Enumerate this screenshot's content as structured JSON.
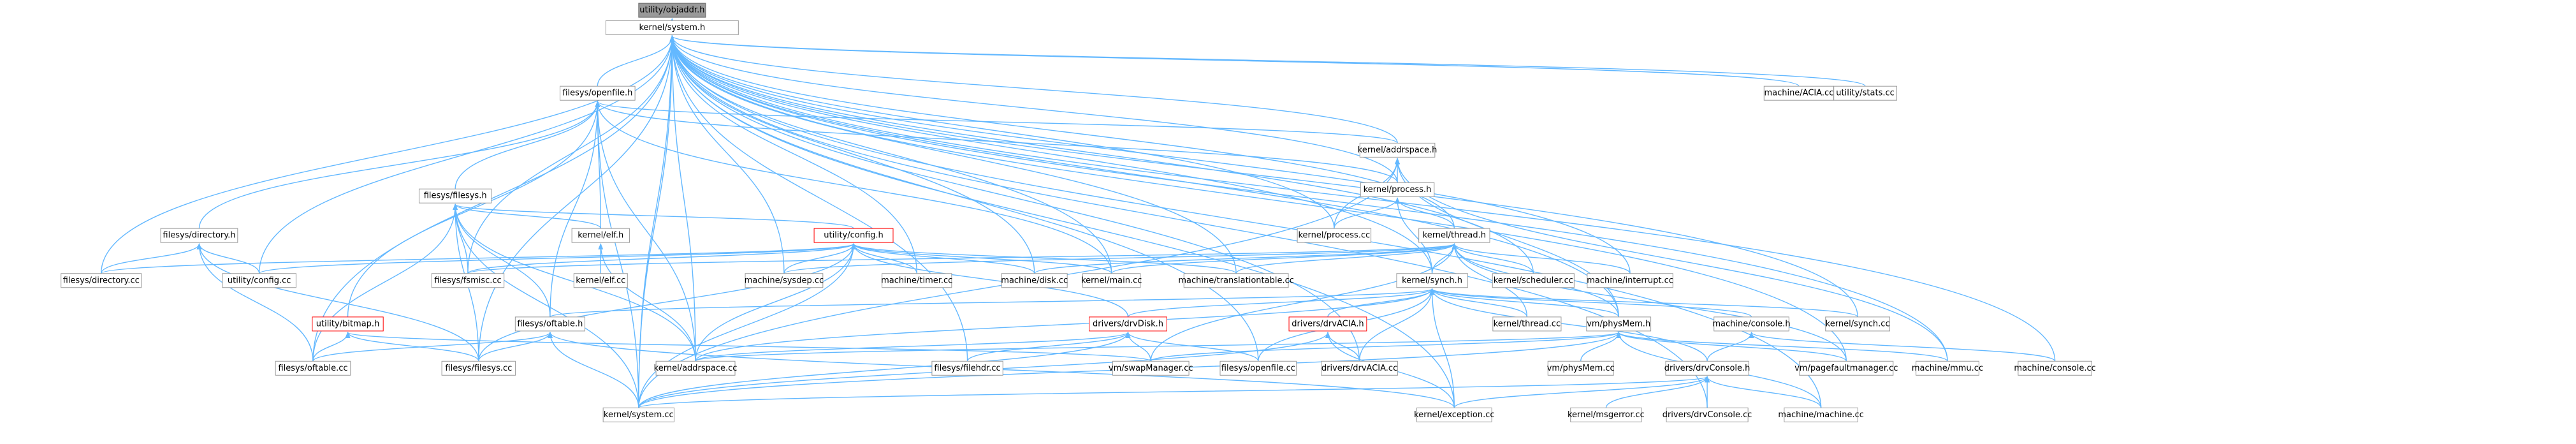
{
  "colors": {
    "edge": "#63b8ff",
    "node_border": "#999999",
    "root_fill": "#999999",
    "flag_border": "#ff0000"
  },
  "nodes": [
    {
      "id": "n01",
      "label": "utility/objaddr.h",
      "style": "root"
    },
    {
      "id": "n02",
      "label": "kernel/system.h",
      "style": "normal"
    },
    {
      "id": "n03",
      "label": "filesys/openfile.h",
      "style": "normal"
    },
    {
      "id": "n04",
      "label": "machine/ACIA.cc",
      "style": "normal"
    },
    {
      "id": "n05",
      "label": "utility/stats.cc",
      "style": "normal"
    },
    {
      "id": "n06",
      "label": "kernel/addrspace.h",
      "style": "normal"
    },
    {
      "id": "n07",
      "label": "filesys/filesys.h",
      "style": "normal"
    },
    {
      "id": "n08",
      "label": "kernel/process.h",
      "style": "normal"
    },
    {
      "id": "n09",
      "label": "filesys/directory.h",
      "style": "normal"
    },
    {
      "id": "n10",
      "label": "kernel/elf.h",
      "style": "normal"
    },
    {
      "id": "n11",
      "label": "utility/config.h",
      "style": "red"
    },
    {
      "id": "n12",
      "label": "kernel/process.cc",
      "style": "normal"
    },
    {
      "id": "n13",
      "label": "kernel/thread.h",
      "style": "normal"
    },
    {
      "id": "n14",
      "label": "filesys/directory.cc",
      "style": "normal"
    },
    {
      "id": "n15",
      "label": "utility/config.cc",
      "style": "normal"
    },
    {
      "id": "n16",
      "label": "filesys/fsmisc.cc",
      "style": "normal"
    },
    {
      "id": "n17",
      "label": "kernel/elf.cc",
      "style": "normal"
    },
    {
      "id": "n18",
      "label": "machine/sysdep.cc",
      "style": "normal"
    },
    {
      "id": "n19",
      "label": "machine/timer.cc",
      "style": "normal"
    },
    {
      "id": "n20",
      "label": "machine/disk.cc",
      "style": "normal"
    },
    {
      "id": "n21",
      "label": "kernel/main.cc",
      "style": "normal"
    },
    {
      "id": "n22",
      "label": "machine/translationtable.cc",
      "style": "normal"
    },
    {
      "id": "n23",
      "label": "kernel/synch.h",
      "style": "normal"
    },
    {
      "id": "n24",
      "label": "kernel/scheduler.cc",
      "style": "normal"
    },
    {
      "id": "n25",
      "label": "machine/interrupt.cc",
      "style": "normal"
    },
    {
      "id": "n26",
      "label": "utility/bitmap.h",
      "style": "red"
    },
    {
      "id": "n27",
      "label": "filesys/oftable.h",
      "style": "normal"
    },
    {
      "id": "n28",
      "label": "drivers/drvDisk.h",
      "style": "red"
    },
    {
      "id": "n29",
      "label": "drivers/drvACIA.h",
      "style": "red"
    },
    {
      "id": "n30",
      "label": "kernel/thread.cc",
      "style": "normal"
    },
    {
      "id": "n31",
      "label": "vm/physMem.h",
      "style": "normal"
    },
    {
      "id": "n32",
      "label": "machine/console.h",
      "style": "normal"
    },
    {
      "id": "n33",
      "label": "kernel/synch.cc",
      "style": "normal"
    },
    {
      "id": "n34",
      "label": "filesys/oftable.cc",
      "style": "normal"
    },
    {
      "id": "n35",
      "label": "filesys/filesys.cc",
      "style": "normal"
    },
    {
      "id": "n36",
      "label": "kernel/addrspace.cc",
      "style": "normal"
    },
    {
      "id": "n37",
      "label": "filesys/filehdr.cc",
      "style": "normal"
    },
    {
      "id": "n38",
      "label": "vm/swapManager.cc",
      "style": "normal"
    },
    {
      "id": "n39",
      "label": "filesys/openfile.cc",
      "style": "normal"
    },
    {
      "id": "n40",
      "label": "drivers/drvACIA.cc",
      "style": "normal"
    },
    {
      "id": "n41",
      "label": "vm/physMem.cc",
      "style": "normal"
    },
    {
      "id": "n42",
      "label": "drivers/drvConsole.h",
      "style": "normal"
    },
    {
      "id": "n43",
      "label": "vm/pagefaultmanager.cc",
      "style": "normal"
    },
    {
      "id": "n44",
      "label": "machine/mmu.cc",
      "style": "normal"
    },
    {
      "id": "n45",
      "label": "machine/console.cc",
      "style": "normal"
    },
    {
      "id": "n46",
      "label": "kernel/system.cc",
      "style": "normal"
    },
    {
      "id": "n47",
      "label": "kernel/exception.cc",
      "style": "normal"
    },
    {
      "id": "n48",
      "label": "kernel/msgerror.cc",
      "style": "normal"
    },
    {
      "id": "n49",
      "label": "drivers/drvConsole.cc",
      "style": "normal"
    },
    {
      "id": "n50",
      "label": "machine/machine.cc",
      "style": "normal"
    }
  ],
  "edges": [
    [
      "n01",
      "n02"
    ],
    [
      "n01",
      "n46"
    ],
    [
      "n02",
      "n03"
    ],
    [
      "n02",
      "n04"
    ],
    [
      "n02",
      "n05"
    ],
    [
      "n02",
      "n06"
    ],
    [
      "n02",
      "n08"
    ],
    [
      "n02",
      "n13"
    ],
    [
      "n02",
      "n14"
    ],
    [
      "n02",
      "n15"
    ],
    [
      "n02",
      "n16"
    ],
    [
      "n02",
      "n12"
    ],
    [
      "n02",
      "n18"
    ],
    [
      "n02",
      "n19"
    ],
    [
      "n02",
      "n20"
    ],
    [
      "n02",
      "n21"
    ],
    [
      "n02",
      "n22"
    ],
    [
      "n02",
      "n23"
    ],
    [
      "n02",
      "n24"
    ],
    [
      "n02",
      "n25"
    ],
    [
      "n02",
      "n34"
    ],
    [
      "n02",
      "n35"
    ],
    [
      "n02",
      "n36"
    ],
    [
      "n02",
      "n37"
    ],
    [
      "n02",
      "n39"
    ],
    [
      "n02",
      "n31"
    ],
    [
      "n02",
      "n33"
    ],
    [
      "n02",
      "n43"
    ],
    [
      "n02",
      "n44"
    ],
    [
      "n02",
      "n45"
    ],
    [
      "n02",
      "n46"
    ],
    [
      "n02",
      "n47"
    ],
    [
      "n02",
      "n50"
    ],
    [
      "n02",
      "n40"
    ],
    [
      "n02",
      "n49"
    ],
    [
      "n03",
      "n06"
    ],
    [
      "n03",
      "n07"
    ],
    [
      "n03",
      "n08"
    ],
    [
      "n03",
      "n09"
    ],
    [
      "n03",
      "n10"
    ],
    [
      "n03",
      "n36"
    ],
    [
      "n03",
      "n21"
    ],
    [
      "n03",
      "n26"
    ],
    [
      "n03",
      "n27"
    ],
    [
      "n03",
      "n46"
    ],
    [
      "n06",
      "n08"
    ],
    [
      "n06",
      "n12"
    ],
    [
      "n06",
      "n31"
    ],
    [
      "n06",
      "n44"
    ],
    [
      "n06",
      "n46"
    ],
    [
      "n07",
      "n11"
    ],
    [
      "n07",
      "n10"
    ],
    [
      "n07",
      "n16"
    ],
    [
      "n07",
      "n35"
    ],
    [
      "n07",
      "n34"
    ],
    [
      "n07",
      "n36"
    ],
    [
      "n07",
      "n27"
    ],
    [
      "n07",
      "n46"
    ],
    [
      "n08",
      "n12"
    ],
    [
      "n08",
      "n13"
    ],
    [
      "n08",
      "n23"
    ],
    [
      "n09",
      "n14"
    ],
    [
      "n09",
      "n15"
    ],
    [
      "n09",
      "n34"
    ],
    [
      "n09",
      "n35"
    ],
    [
      "n10",
      "n17"
    ],
    [
      "n10",
      "n36"
    ],
    [
      "n11",
      "n14"
    ],
    [
      "n11",
      "n15"
    ],
    [
      "n11",
      "n16"
    ],
    [
      "n11",
      "n18"
    ],
    [
      "n11",
      "n19"
    ],
    [
      "n11",
      "n20"
    ],
    [
      "n11",
      "n21"
    ],
    [
      "n11",
      "n22"
    ],
    [
      "n11",
      "n35"
    ],
    [
      "n11",
      "n36"
    ],
    [
      "n11",
      "n46"
    ],
    [
      "n11",
      "n28"
    ],
    [
      "n13",
      "n23"
    ],
    [
      "n13",
      "n24"
    ],
    [
      "n13",
      "n25"
    ],
    [
      "n13",
      "n30"
    ],
    [
      "n13",
      "n31"
    ],
    [
      "n13",
      "n22"
    ],
    [
      "n13",
      "n20"
    ],
    [
      "n13",
      "n21"
    ],
    [
      "n13",
      "n16"
    ],
    [
      "n13",
      "n18"
    ],
    [
      "n13",
      "n38"
    ],
    [
      "n13",
      "n43"
    ],
    [
      "n23",
      "n27"
    ],
    [
      "n23",
      "n28"
    ],
    [
      "n23",
      "n29"
    ],
    [
      "n23",
      "n30"
    ],
    [
      "n23",
      "n31"
    ],
    [
      "n23",
      "n32"
    ],
    [
      "n23",
      "n33"
    ],
    [
      "n23",
      "n36"
    ],
    [
      "n23",
      "n39"
    ],
    [
      "n23",
      "n40"
    ],
    [
      "n23",
      "n42"
    ],
    [
      "n23",
      "n47"
    ],
    [
      "n26",
      "n34"
    ],
    [
      "n26",
      "n35"
    ],
    [
      "n26",
      "n38"
    ],
    [
      "n27",
      "n34"
    ],
    [
      "n27",
      "n35"
    ],
    [
      "n27",
      "n46"
    ],
    [
      "n27",
      "n47"
    ],
    [
      "n28",
      "n36"
    ],
    [
      "n28",
      "n37"
    ],
    [
      "n28",
      "n38"
    ],
    [
      "n28",
      "n39"
    ],
    [
      "n28",
      "n46"
    ],
    [
      "n29",
      "n40"
    ],
    [
      "n29",
      "n46"
    ],
    [
      "n29",
      "n47"
    ],
    [
      "n31",
      "n36"
    ],
    [
      "n31",
      "n38"
    ],
    [
      "n31",
      "n41"
    ],
    [
      "n31",
      "n43"
    ],
    [
      "n31",
      "n44"
    ],
    [
      "n31",
      "n46"
    ],
    [
      "n31",
      "n50"
    ],
    [
      "n32",
      "n42"
    ],
    [
      "n32",
      "n45"
    ],
    [
      "n42",
      "n46"
    ],
    [
      "n42",
      "n47"
    ],
    [
      "n42",
      "n48"
    ],
    [
      "n42",
      "n49"
    ],
    [
      "n42",
      "n50"
    ]
  ]
}
